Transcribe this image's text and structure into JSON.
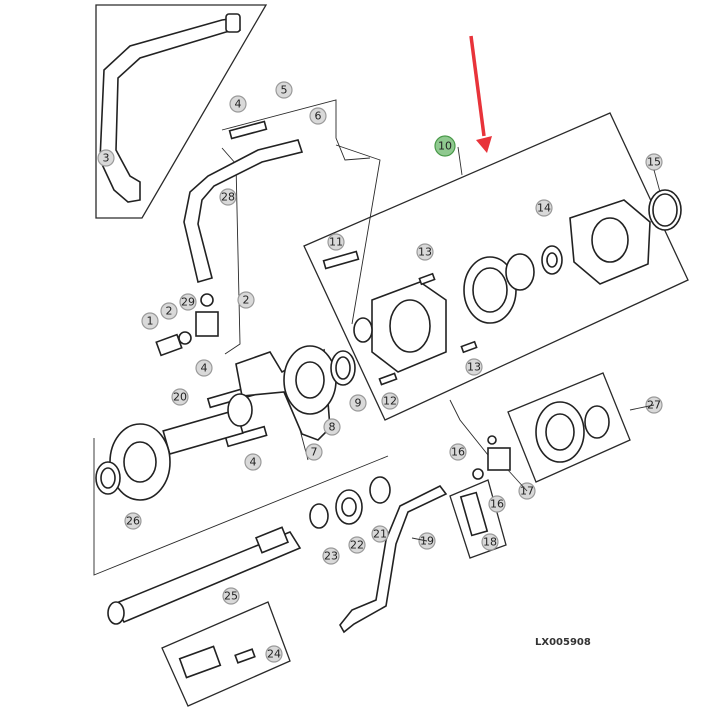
{
  "diagram": {
    "image_ref": "LX005908",
    "highlighted_callout": "10",
    "arrow_color": "#e8333a",
    "highlight_color": "#8fc98f",
    "callouts": [
      "1",
      "2",
      "2",
      "3",
      "4",
      "4",
      "4",
      "5",
      "6",
      "7",
      "8",
      "9",
      "10",
      "11",
      "12",
      "13",
      "13",
      "14",
      "15",
      "16",
      "16",
      "17",
      "18",
      "19",
      "20",
      "21",
      "22",
      "23",
      "24",
      "25",
      "26",
      "27",
      "28",
      "29"
    ]
  }
}
